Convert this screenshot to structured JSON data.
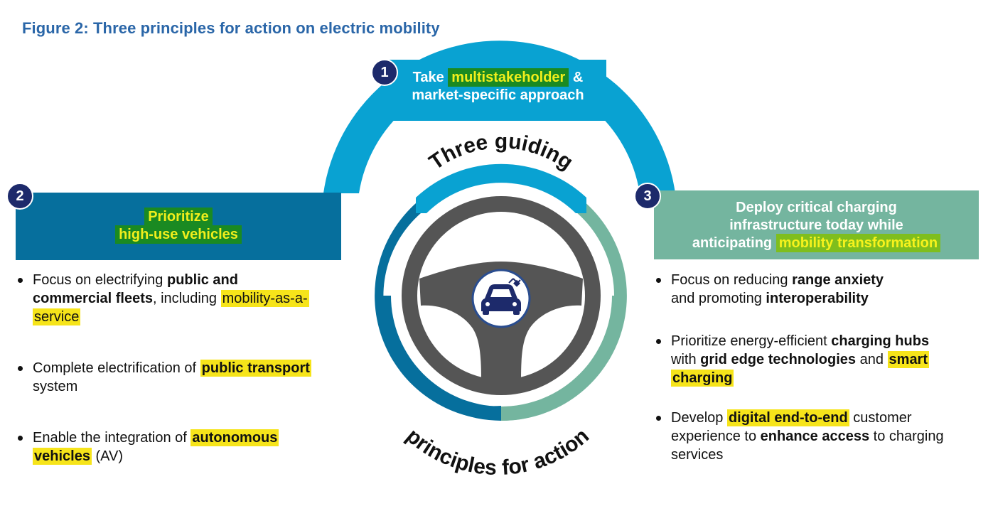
{
  "title": "Figure 2: Three principles for action on electric mobility",
  "center": {
    "top_text": "Three guiding",
    "bottom_text": "principles for action",
    "icon": "electric-car-icon"
  },
  "principles": [
    {
      "number": "1",
      "line1_pre": "Take",
      "line1_highlight": "multistakeholder",
      "line1_post": "&",
      "line2": "market-specific approach"
    },
    {
      "number": "2",
      "line1": "Prioritize",
      "line2": "high-use vehicles",
      "bullets": [
        {
          "t1": "Focus on electrifying ",
          "b1": "public and",
          "b2": "commercial fleets",
          "t2": ", including ",
          "h1": "mobility-as-a-",
          "h2": "service"
        },
        {
          "t1": "Complete electrification of ",
          "h1": "public transport",
          "t2": "system"
        },
        {
          "t1": "Enable the integration of ",
          "h1": "autonomous",
          "h2": "vehicles",
          "t2": " (AV)"
        }
      ]
    },
    {
      "number": "3",
      "line1": "Deploy critical charging",
      "line2": "infrastructure today while",
      "line3_pre": "anticipating",
      "line3_highlight": "mobility transformation",
      "bullets": [
        {
          "t1": "Focus on reducing ",
          "b1": "range anxiety",
          "t2": "and promoting ",
          "b2": "interoperability"
        },
        {
          "t1": "Prioritize energy-efficient ",
          "b1": "charging hubs",
          "t2": "with ",
          "b2": "grid edge technologies",
          "t3": " and ",
          "h1": "smart",
          "h2": "charging"
        },
        {
          "t1": "Develop ",
          "h1": "digital end-to-end",
          "t2": " customer",
          "t3": "experience to ",
          "b1": "enhance access",
          "t4": " to charging",
          "t5": "services"
        }
      ]
    }
  ],
  "colors": {
    "box1": "#09a2d2",
    "box2": "#066f9d",
    "box3": "#74b59f",
    "wheel": "#555555",
    "badge": "#1d2a6b",
    "title": "#2a66a8",
    "highlight": "#f6e41a"
  }
}
